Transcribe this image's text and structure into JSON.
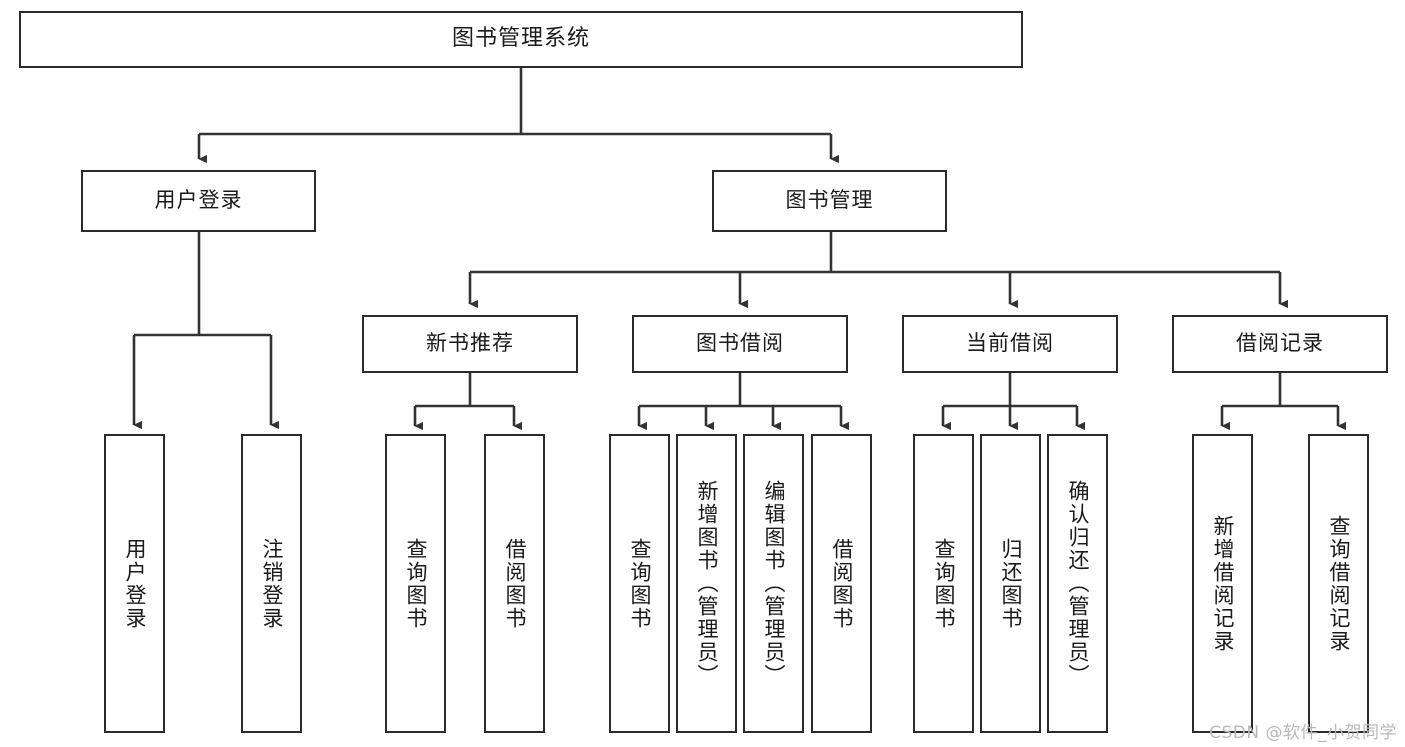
{
  "diagram": {
    "title": "图书管理系统",
    "type": "tree",
    "watermark": "CSDN @软件_小贺同学",
    "colors": {
      "box_border": "#2b2b2b",
      "box_fill": "#ffffff",
      "connector": "#333333",
      "text": "#1a1a1a",
      "watermark": "#b9b9b9"
    },
    "root": {
      "id": "root",
      "label": "图书管理系统"
    },
    "level2": [
      {
        "id": "user-login",
        "label": "用户登录"
      },
      {
        "id": "book-management",
        "label": "图书管理"
      }
    ],
    "level3": [
      {
        "id": "new-book-recommend",
        "label": "新书推荐"
      },
      {
        "id": "book-borrow",
        "label": "图书借阅"
      },
      {
        "id": "current-borrow",
        "label": "当前借阅"
      },
      {
        "id": "borrow-record",
        "label": "借阅记录"
      }
    ],
    "leaves": {
      "user_login": [
        {
          "id": "leaf-user-login",
          "label": "用户登录"
        },
        {
          "id": "leaf-logout-login",
          "label": "注销登录"
        }
      ],
      "new_book_recommend": [
        {
          "id": "leaf-query-book-1",
          "label": "查询图书"
        },
        {
          "id": "leaf-borrow-book-1",
          "label": "借阅图书"
        }
      ],
      "book_borrow": [
        {
          "id": "leaf-query-book-2",
          "label": "查询图书"
        },
        {
          "id": "leaf-add-book",
          "label": "新增图书（管理员）"
        },
        {
          "id": "leaf-edit-book",
          "label": "编辑图书（管理员）"
        },
        {
          "id": "leaf-borrow-book-2",
          "label": "借阅图书"
        }
      ],
      "current_borrow": [
        {
          "id": "leaf-query-book-3",
          "label": "查询图书"
        },
        {
          "id": "leaf-return-book",
          "label": "归还图书"
        },
        {
          "id": "leaf-confirm-return",
          "label": "确认归还（管理员）"
        }
      ],
      "borrow_record": [
        {
          "id": "leaf-add-borrow-record",
          "label": "新增借阅记录"
        },
        {
          "id": "leaf-query-borrow-record",
          "label": "查询借阅记录"
        }
      ]
    }
  }
}
